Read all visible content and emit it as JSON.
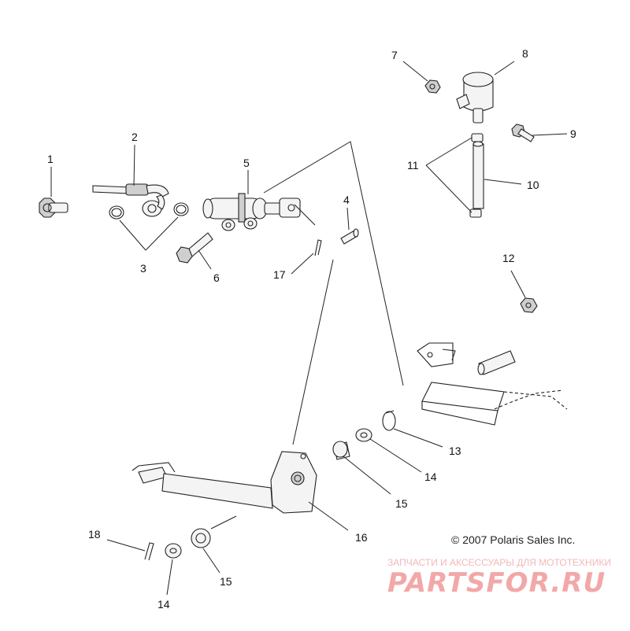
{
  "callouts": {
    "c1": "1",
    "c2": "2",
    "c3": "3",
    "c4": "4",
    "c5": "5",
    "c6": "6",
    "c7": "7",
    "c8": "8",
    "c9": "9",
    "c10": "10",
    "c11": "11",
    "c12": "12",
    "c13": "13",
    "c14a": "14",
    "c14b": "14",
    "c15a": "15",
    "c15b": "15",
    "c16": "16",
    "c17": "17",
    "c18": "18"
  },
  "copyright": "© 2007 Polaris Sales Inc.",
  "watermark": {
    "subtitle": "ЗАПЧАСТИ И АКСЕССУАРЫ ДЛЯ МОТОТЕХНИКИ",
    "brand": "PARTSFOR.RU"
  }
}
